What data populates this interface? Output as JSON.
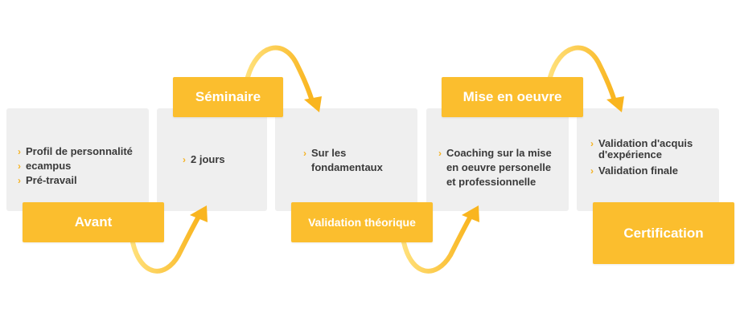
{
  "stages": [
    {
      "label": "Avant",
      "items": [
        "Profil de personnalité",
        "ecampus",
        "Pré-travail"
      ]
    },
    {
      "label": "Séminaire",
      "items": [
        "2 jours"
      ]
    },
    {
      "label": "Validation théorique",
      "items": [
        "Sur les fondamentaux"
      ]
    },
    {
      "label": "Mise en oeuvre",
      "items": [
        "Coaching sur la mise en oeuvre personelle et professionnelle"
      ]
    },
    {
      "label": "Certification",
      "items": [
        "Validation d'acquis d'expérience",
        "Validation finale"
      ]
    }
  ],
  "colors": {
    "accent": "#fbbe2e",
    "card_bg": "#efefef",
    "text": "#3a3a3a"
  }
}
